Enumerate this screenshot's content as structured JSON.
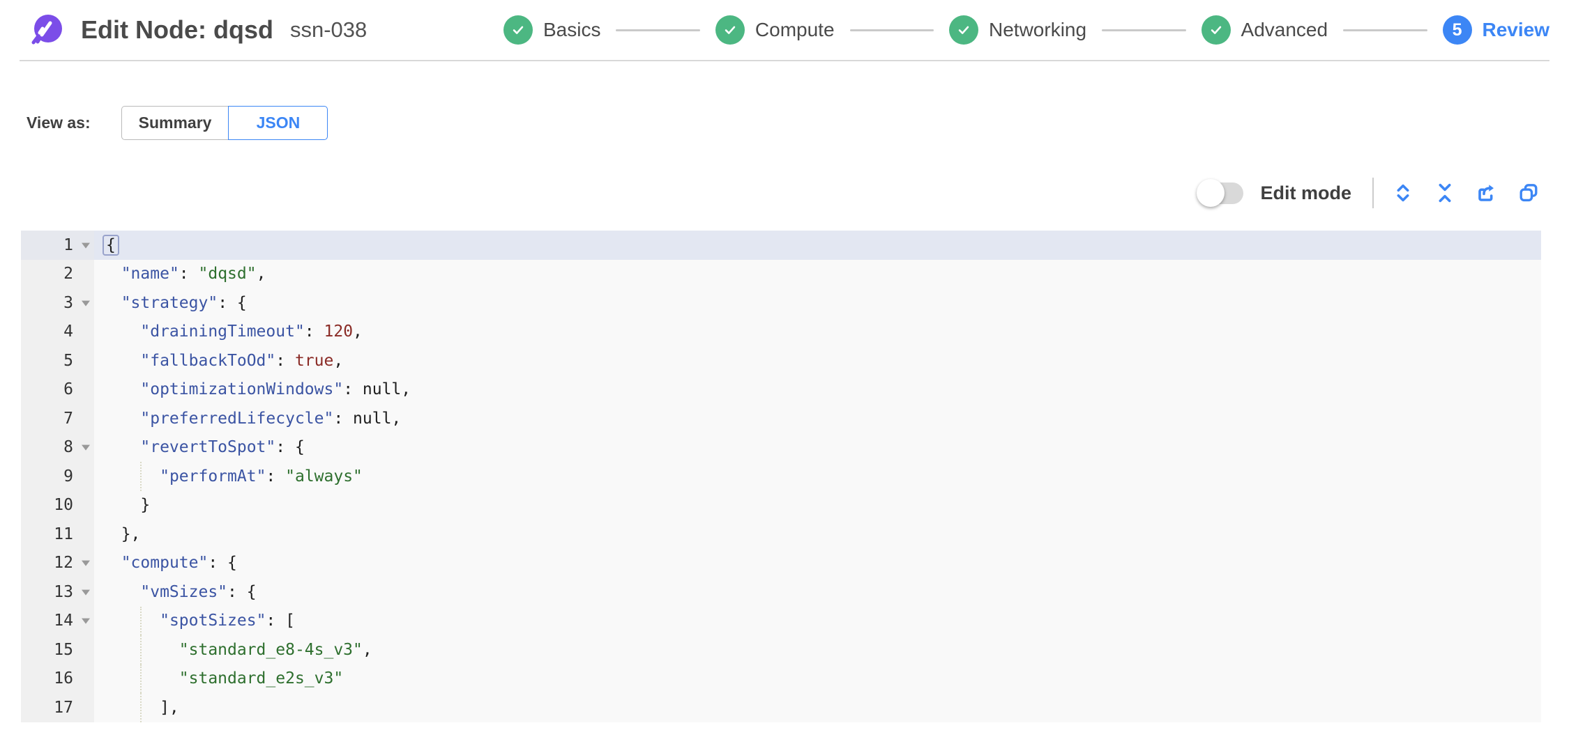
{
  "header": {
    "title": "Edit Node: dqsd",
    "node_id": "ssn-038",
    "steps": [
      {
        "label": "Basics",
        "state": "done"
      },
      {
        "label": "Compute",
        "state": "done"
      },
      {
        "label": "Networking",
        "state": "done"
      },
      {
        "label": "Advanced",
        "state": "done"
      },
      {
        "label": "Review",
        "state": "current",
        "number": "5"
      }
    ]
  },
  "view_as": {
    "label": "View as:",
    "options": [
      {
        "label": "Summary",
        "selected": false
      },
      {
        "label": "JSON",
        "selected": true
      }
    ]
  },
  "toolbar": {
    "edit_mode_label": "Edit mode",
    "edit_mode_on": false,
    "icons": [
      "expand-all-icon",
      "collapse-all-icon",
      "export-icon",
      "copy-icon"
    ]
  },
  "colors": {
    "accent_blue": "#3c86f5",
    "success_green": "#4cb782",
    "logo_purple": "#7b4de8",
    "json_key": "#3b54a3",
    "json_string": "#2e6f2e",
    "json_constant": "#8a2b26",
    "active_line_bg": "#e3e7f2",
    "gutter_bg": "#f0f0f0",
    "editor_bg": "#f9f9f9"
  },
  "editor": {
    "lines": [
      {
        "n": 1,
        "fold": true,
        "active": true,
        "tokens": [
          [
            "b",
            "{"
          ]
        ]
      },
      {
        "n": 2,
        "tokens": [
          [
            "p",
            "  "
          ],
          [
            "k",
            "\"name\""
          ],
          [
            "p",
            ": "
          ],
          [
            "s",
            "\"dqsd\""
          ],
          [
            "p",
            ","
          ]
        ]
      },
      {
        "n": 3,
        "fold": true,
        "tokens": [
          [
            "p",
            "  "
          ],
          [
            "k",
            "\"strategy\""
          ],
          [
            "p",
            ": {"
          ]
        ]
      },
      {
        "n": 4,
        "tokens": [
          [
            "p",
            "    "
          ],
          [
            "k",
            "\"drainingTimeout\""
          ],
          [
            "p",
            ": "
          ],
          [
            "n",
            "120"
          ],
          [
            "p",
            ","
          ]
        ]
      },
      {
        "n": 5,
        "tokens": [
          [
            "p",
            "    "
          ],
          [
            "k",
            "\"fallbackToOd\""
          ],
          [
            "p",
            ": "
          ],
          [
            "n",
            "true"
          ],
          [
            "p",
            ","
          ]
        ]
      },
      {
        "n": 6,
        "tokens": [
          [
            "p",
            "    "
          ],
          [
            "k",
            "\"optimizationWindows\""
          ],
          [
            "p",
            ": "
          ],
          [
            "p",
            "null,"
          ]
        ]
      },
      {
        "n": 7,
        "tokens": [
          [
            "p",
            "    "
          ],
          [
            "k",
            "\"preferredLifecycle\""
          ],
          [
            "p",
            ": "
          ],
          [
            "p",
            "null,"
          ]
        ]
      },
      {
        "n": 8,
        "fold": true,
        "tokens": [
          [
            "p",
            "    "
          ],
          [
            "k",
            "\"revertToSpot\""
          ],
          [
            "p",
            ": {"
          ]
        ]
      },
      {
        "n": 9,
        "guide": true,
        "tokens": [
          [
            "p",
            "      "
          ],
          [
            "k",
            "\"performAt\""
          ],
          [
            "p",
            ": "
          ],
          [
            "s",
            "\"always\""
          ]
        ]
      },
      {
        "n": 10,
        "tokens": [
          [
            "p",
            "    }"
          ]
        ]
      },
      {
        "n": 11,
        "tokens": [
          [
            "p",
            "  },"
          ]
        ]
      },
      {
        "n": 12,
        "fold": true,
        "tokens": [
          [
            "p",
            "  "
          ],
          [
            "k",
            "\"compute\""
          ],
          [
            "p",
            ": {"
          ]
        ]
      },
      {
        "n": 13,
        "fold": true,
        "tokens": [
          [
            "p",
            "    "
          ],
          [
            "k",
            "\"vmSizes\""
          ],
          [
            "p",
            ": {"
          ]
        ]
      },
      {
        "n": 14,
        "fold": true,
        "guide": true,
        "tokens": [
          [
            "p",
            "      "
          ],
          [
            "k",
            "\"spotSizes\""
          ],
          [
            "p",
            ": ["
          ]
        ]
      },
      {
        "n": 15,
        "guide": true,
        "tokens": [
          [
            "p",
            "        "
          ],
          [
            "s",
            "\"standard_e8-4s_v3\""
          ],
          [
            "p",
            ","
          ]
        ]
      },
      {
        "n": 16,
        "guide": true,
        "tokens": [
          [
            "p",
            "        "
          ],
          [
            "s",
            "\"standard_e2s_v3\""
          ]
        ]
      },
      {
        "n": 17,
        "guide": true,
        "tokens": [
          [
            "p",
            "      ],"
          ]
        ]
      }
    ]
  }
}
